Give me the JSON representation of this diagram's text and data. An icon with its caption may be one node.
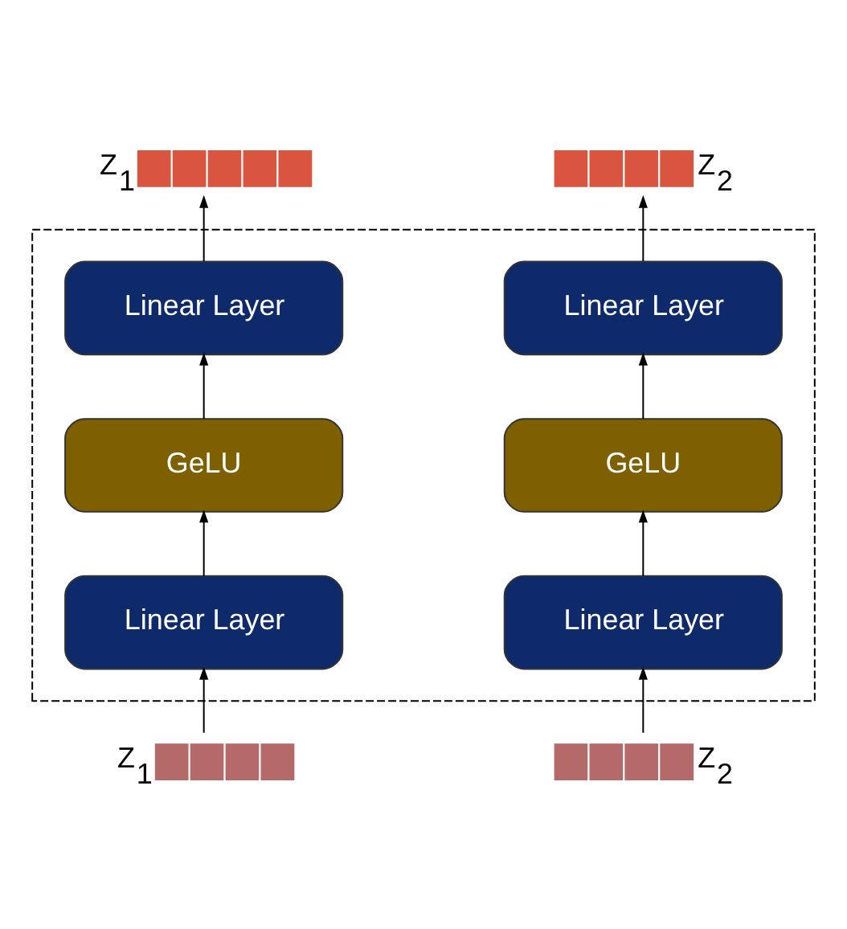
{
  "diagram": {
    "nodes": [
      {
        "text": [],
        "shape": "bar",
        "beside": [
          "Z$_{1}$"
        ]
      },
      {
        "text": [],
        "shape": "bar",
        "beside": [
          "Z$_{2}$"
        ]
      },
      {
        "text": [],
        "shape": "box"
      },
      {
        "text": [
          "Linear Layer"
        ],
        "in": 2
      },
      {
        "text": [
          "Linear Layer"
        ],
        "in": 2
      },
      {
        "text": [
          "GeLU"
        ],
        "in": 2
      },
      {
        "text": [
          "GeLU"
        ],
        "in": 2
      },
      {
        "text": [
          "Linear Layer"
        ],
        "in": 2
      },
      {
        "text": [
          "Linear Layer"
        ],
        "in": 2
      },
      {
        "text": [],
        "shape": "bar",
        "beside": [
          "Z$_{1}$"
        ]
      },
      {
        "text": [],
        "shape": "bar",
        "beside": [
          "Z$_{2}$"
        ]
      }
    ],
    "edges": [
      {
        "from": 9,
        "to": 7,
        "arrow": "to"
      },
      {
        "from": 7,
        "to": 5,
        "arrow": "to"
      },
      {
        "from": 5,
        "to": 3,
        "arrow": "to"
      },
      {
        "from": 3,
        "to": 0,
        "arrow": "to"
      },
      {
        "from": 10,
        "to": 8,
        "arrow": "to"
      },
      {
        "from": 8,
        "to": 6,
        "arrow": "to"
      },
      {
        "from": 6,
        "to": 4,
        "arrow": "to"
      },
      {
        "from": 4,
        "to": 1,
        "arrow": "to"
      }
    ]
  }
}
